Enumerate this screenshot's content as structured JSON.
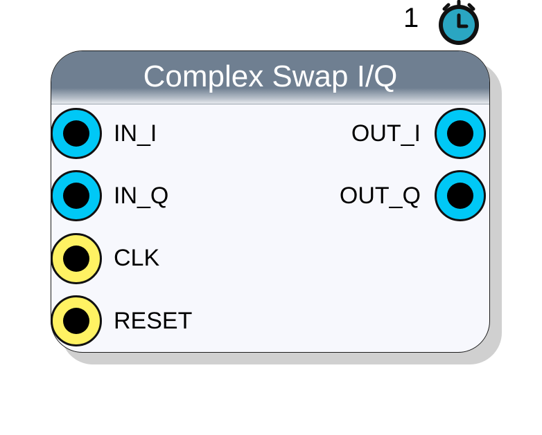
{
  "block": {
    "title": "Complex Swap I/Q",
    "inputs": [
      {
        "label": "IN_I",
        "kind": "data"
      },
      {
        "label": "IN_Q",
        "kind": "data"
      },
      {
        "label": "CLK",
        "kind": "control"
      },
      {
        "label": "RESET",
        "kind": "control"
      }
    ],
    "outputs": [
      {
        "label": "OUT_I",
        "kind": "data"
      },
      {
        "label": "OUT_Q",
        "kind": "data"
      }
    ]
  },
  "latency": {
    "value": "1",
    "icon": "stopwatch-icon"
  },
  "colors": {
    "header": "#6f7f91",
    "body": "#f7f8fd",
    "data_port": "#00c8f6",
    "control_port": "#fff263",
    "timer": "#2aa6c2"
  }
}
